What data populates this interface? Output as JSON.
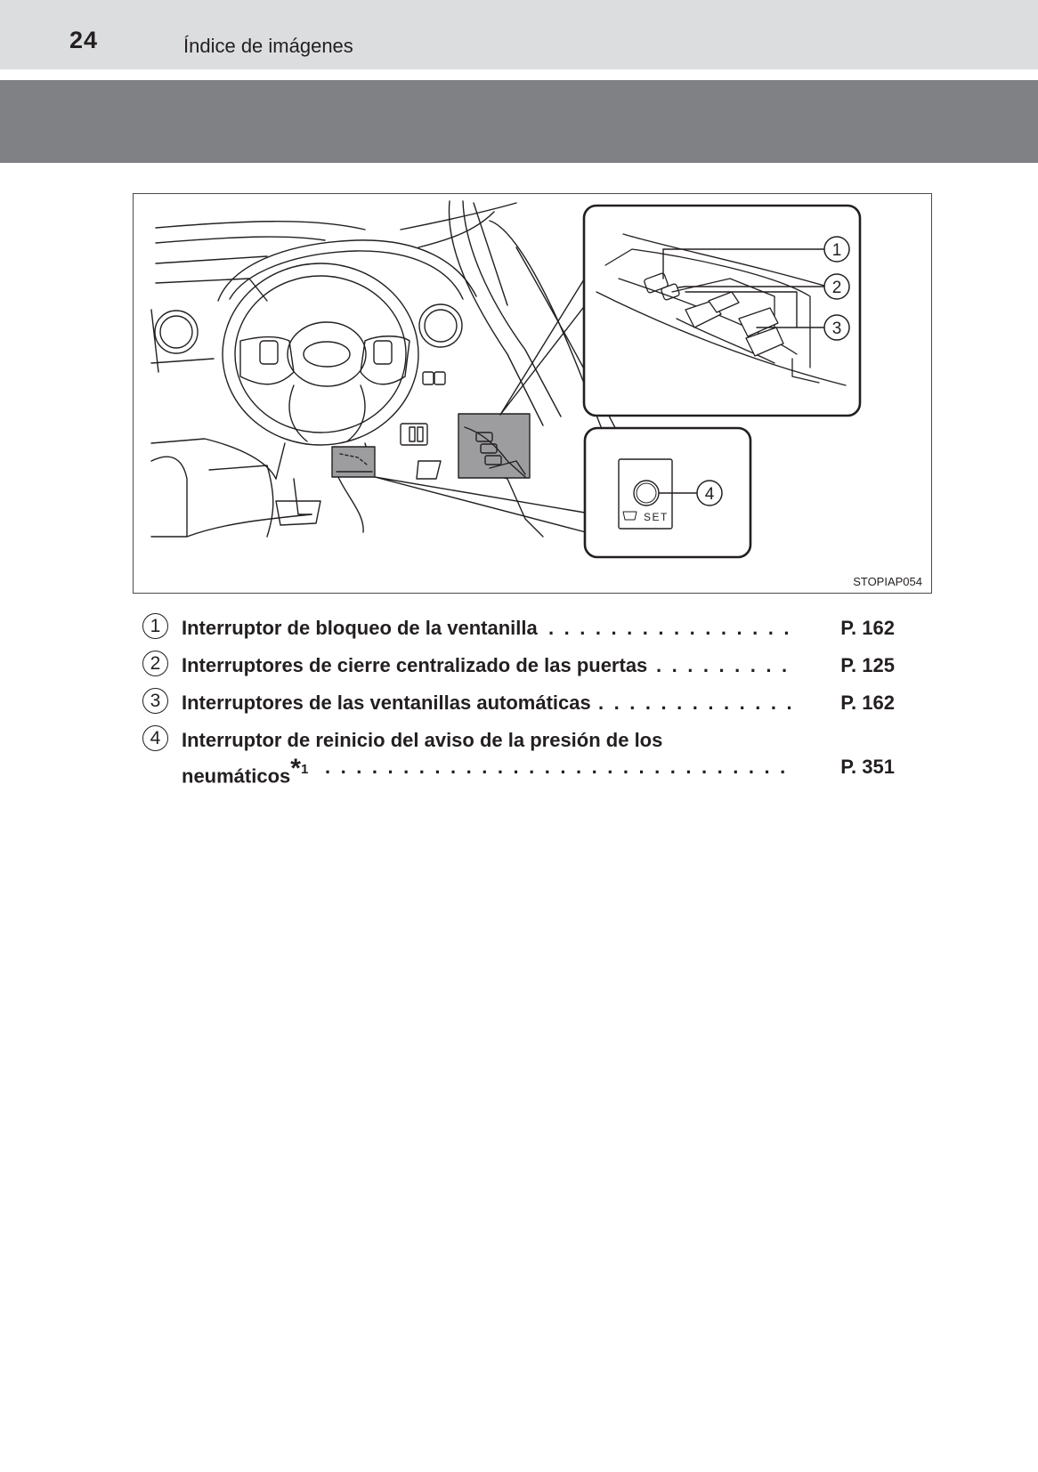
{
  "header": {
    "page_number": "24",
    "section_title": "Índice de imágenes"
  },
  "figure": {
    "code": "STOPIAP054",
    "callouts": [
      "1",
      "2",
      "3",
      "4"
    ],
    "set_label": "SET"
  },
  "legend": {
    "items": [
      {
        "num": "1",
        "text": "Interruptor de bloqueo de la ventanilla",
        "page": "P. 162"
      },
      {
        "num": "2",
        "text": "Interruptores de cierre centralizado de las puertas",
        "page": "P. 125"
      },
      {
        "num": "3",
        "text": "Interruptores de las ventanillas automáticas",
        "page": "P. 162"
      },
      {
        "num": "4",
        "text_line1": "Interruptor de reinicio del aviso de la presión de los",
        "text_line2": "neumáticos",
        "note_mark": "*",
        "note_number": "1",
        "page": "P. 351"
      }
    ]
  },
  "colors": {
    "header_bar": "#dcdddf",
    "band": "#808184",
    "text": "#231f20",
    "figure_highlight": "#9d9d9f"
  }
}
